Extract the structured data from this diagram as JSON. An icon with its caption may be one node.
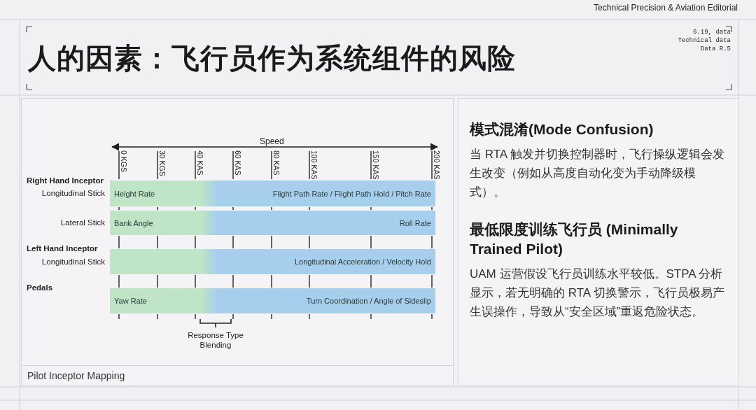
{
  "diagram": {
    "title": "人的因素：飞行员作为系统组件的风险",
    "nodes": [
      {
        "text": [
          "Pilot Inceptor Mapping"
        ]
      },
      {
        "text": [
          "Height Rate",
          "Flight Path Rate / Flight Path Hold / Pitch Rate"
        ],
        "in": 0
      },
      {
        "text": [
          "Bank Angle",
          "Roll Rate"
        ],
        "in": 0
      },
      {
        "text": [
          "Longitudinal Acceleration / Velocity Hold"
        ],
        "in": 0
      },
      {
        "text": [
          "Yaw Rate",
          "Turn Coordination / Angle of Sideslip"
        ],
        "in": 0
      },
      {
        "text": [
          "模式混淆(Mode Confusion)",
          "当 RTA 触发并切换控制器时，飞行操纵逻辑会发生改变（例如从高度自动化变为手动降级模式）。",
          "最低限度训练飞行员 (Minimally Trained Pilot)",
          "UAM 运营假设飞行员训练水平较低。STPA 分析显示，若无明确的 RTA 切换警示，飞行员极易产生误操作，导致从“安全区域”重返危险状态。"
        ]
      }
    ],
    "labels": [
      "Technical Precision & Aviation Editorial",
      "6.19, data",
      "Technical data",
      "Data R.5",
      "Speed",
      "0 KGS",
      "30 KGS",
      "40 KAS",
      "60 KAS",
      "80 KAS",
      "100 KAS",
      "150 KAS",
      "200 KAS",
      "Right Hand Inceptor",
      "Longitudinal Stick",
      "Lateral Stick",
      "Left Hand Inceptor",
      "Longitudinal Stick",
      "Pedals",
      "Response Type Blending"
    ]
  }
}
